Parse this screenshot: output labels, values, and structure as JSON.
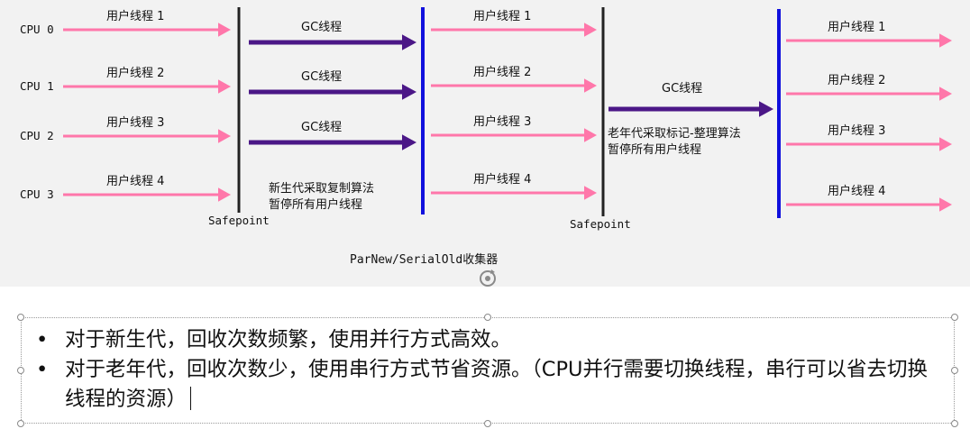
{
  "diagram": {
    "cpus": [
      "CPU 0",
      "CPU 1",
      "CPU 2",
      "CPU 3"
    ],
    "user_threads": [
      "用户线程 1",
      "用户线程 2",
      "用户线程 3",
      "用户线程 4"
    ],
    "gc_thread": "GC线程",
    "phase1_note": [
      "新生代采取复制算法",
      "暂停所有用户线程"
    ],
    "phase2_note": [
      "老年代采取标记-整理算法",
      "暂停所有用户线程"
    ],
    "safepoint": "Safepoint",
    "caption": "ParNew/SerialOld收集器",
    "colors": {
      "user_arrow": "#ff77aa",
      "gc_arrow": "#4b1787",
      "blue_bar": "#1010dd",
      "black_bar": "#222222"
    }
  },
  "notes": {
    "bullets": [
      "对于新生代，回收次数频繁，使用并行方式高效。",
      "对于老年代，回收次数少，使用串行方式节省资源。（CPU并行需要切换线程，串行可以省去切换线程的资源）"
    ],
    "bullet_glyph": "•"
  }
}
